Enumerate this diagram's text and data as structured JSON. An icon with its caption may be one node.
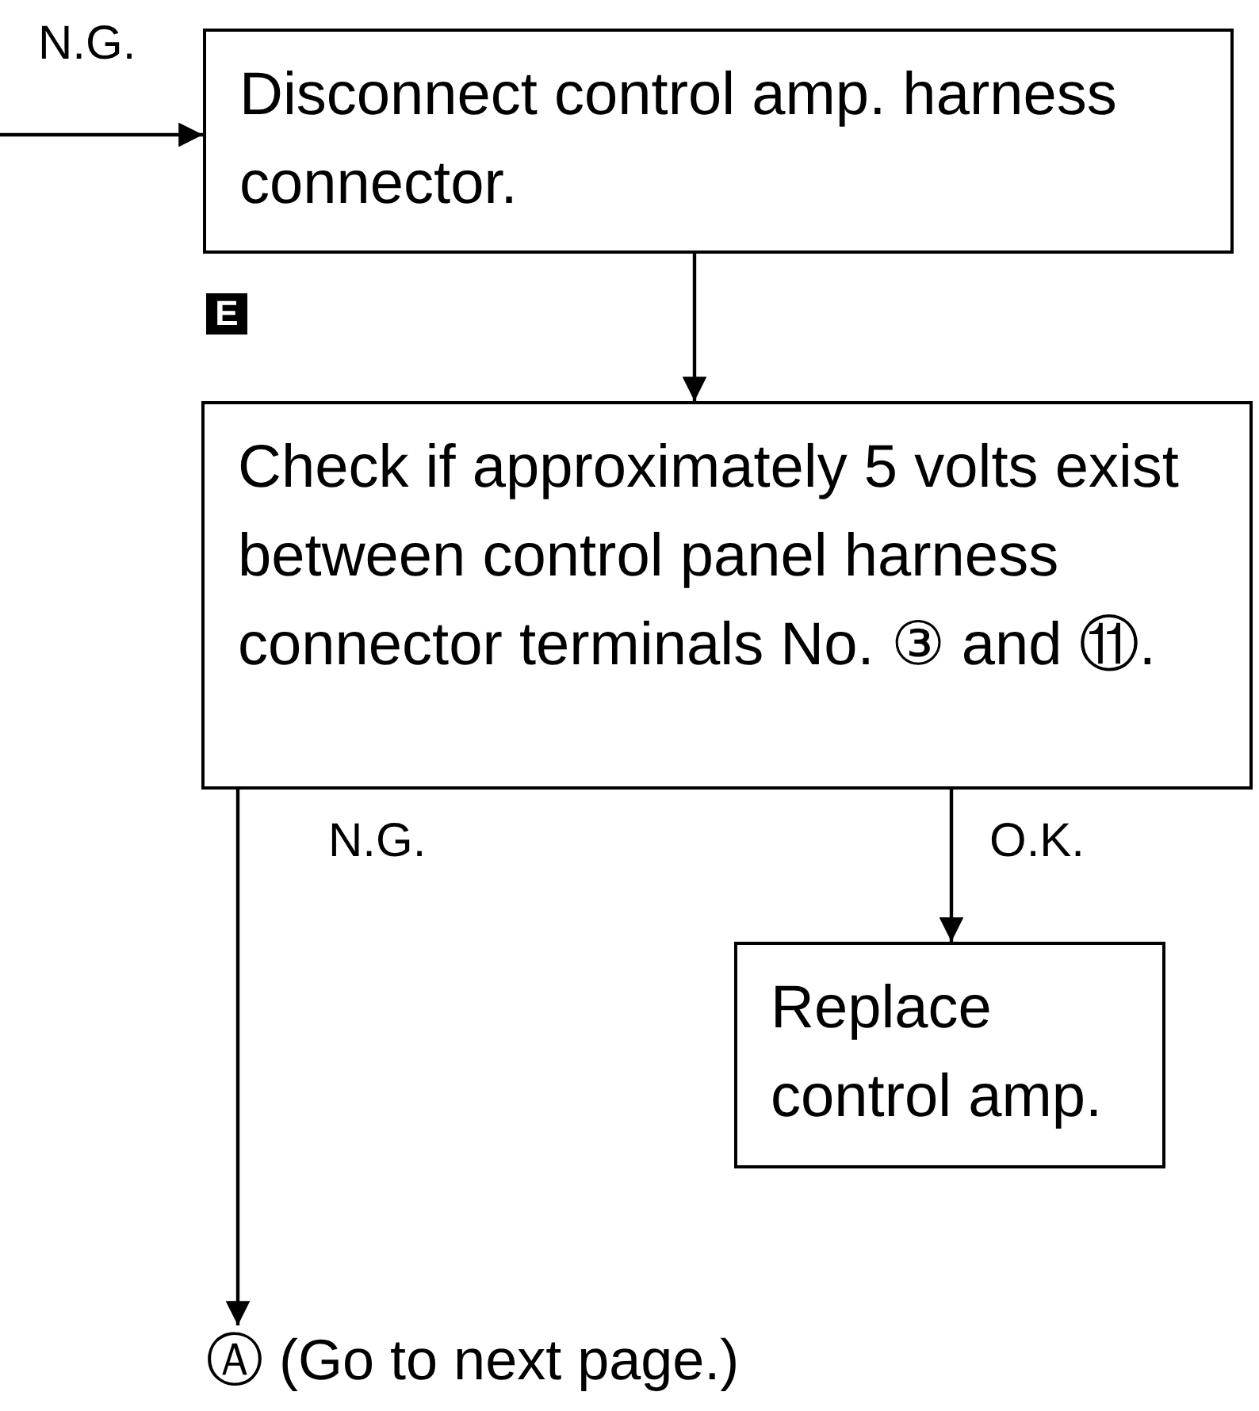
{
  "diagram": {
    "nodes": [
      {
        "text": [
          "Disconnect control amp. harness connector."
        ]
      },
      {
        "text": [
          "Check if approximately 5 volts exist between control panel harness connector terminals No. ③ and ⑪."
        ]
      },
      {
        "text": [
          "Replace control amp."
        ]
      },
      {
        "text": [
          "Ⓐ (Go to next page.)"
        ]
      }
    ],
    "edges": [
      {
        "from": null,
        "to": 0,
        "arrow": "to",
        "label": "N.G."
      },
      {
        "from": 0,
        "to": 1,
        "arrow": "to"
      },
      {
        "from": 1,
        "to": 3,
        "arrow": "to",
        "label": "N.G."
      },
      {
        "from": 1,
        "to": 2,
        "arrow": "to",
        "label": "O.K."
      }
    ],
    "labels": [
      "E"
    ]
  }
}
